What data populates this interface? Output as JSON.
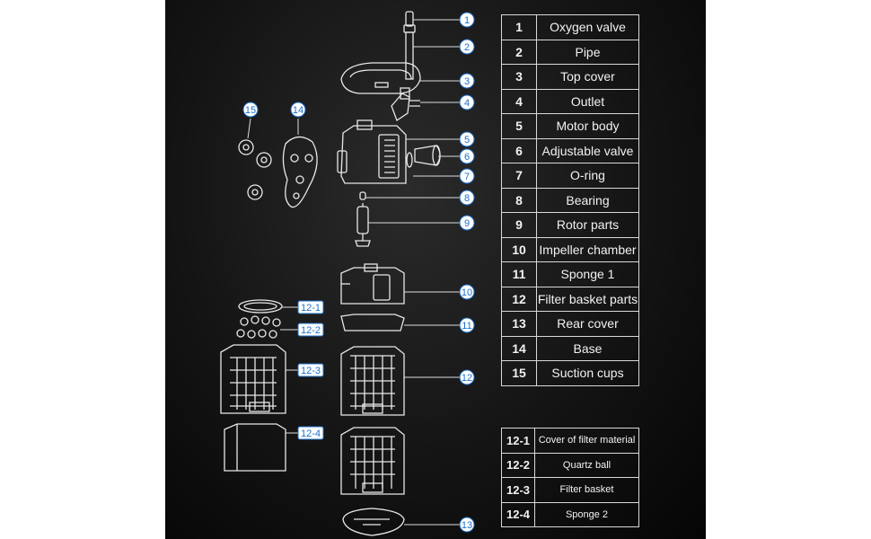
{
  "callouts": [
    "1",
    "2",
    "3",
    "4",
    "5",
    "6",
    "7",
    "8",
    "9",
    "10",
    "11",
    "12",
    "13",
    "14",
    "15",
    "12-1",
    "12-2",
    "12-3",
    "12-4"
  ],
  "parts": [
    {
      "num": "1",
      "name": "Oxygen valve"
    },
    {
      "num": "2",
      "name": "Pipe"
    },
    {
      "num": "3",
      "name": "Top cover"
    },
    {
      "num": "4",
      "name": "Outlet"
    },
    {
      "num": "5",
      "name": "Motor body"
    },
    {
      "num": "6",
      "name": "Adjustable valve"
    },
    {
      "num": "7",
      "name": "O-ring"
    },
    {
      "num": "8",
      "name": "Bearing"
    },
    {
      "num": "9",
      "name": "Rotor parts"
    },
    {
      "num": "10",
      "name": "Impeller chamber"
    },
    {
      "num": "11",
      "name": "Sponge 1"
    },
    {
      "num": "12",
      "name": "Filter basket parts"
    },
    {
      "num": "13",
      "name": "Rear cover"
    },
    {
      "num": "14",
      "name": "Base"
    },
    {
      "num": "15",
      "name": "Suction cups"
    }
  ],
  "sub_parts": [
    {
      "num": "12-1",
      "name": "Cover of filter material"
    },
    {
      "num": "12-2",
      "name": "Quartz ball"
    },
    {
      "num": "12-3",
      "name": "Filter basket"
    },
    {
      "num": "12-4",
      "name": "Sponge 2"
    }
  ],
  "colors": {
    "background": "#141414",
    "line": "#e8e8e8",
    "callout": "#1e6fc9",
    "table_border": "#d9d9d9"
  }
}
